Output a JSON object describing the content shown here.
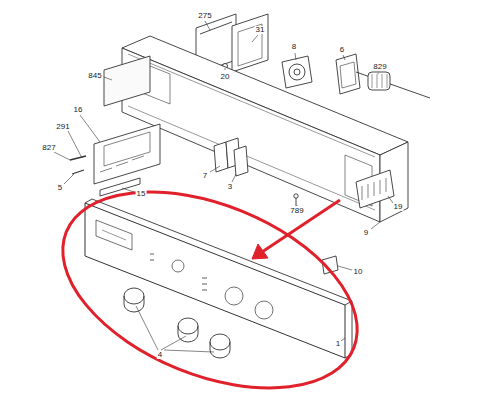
{
  "diagram": {
    "labels": [
      "275",
      "31",
      "20",
      "845",
      "8",
      "6",
      "829",
      "16",
      "291",
      "827",
      "5",
      "15",
      "7",
      "3",
      "19",
      "789",
      "9",
      "10",
      "4",
      "1"
    ]
  }
}
